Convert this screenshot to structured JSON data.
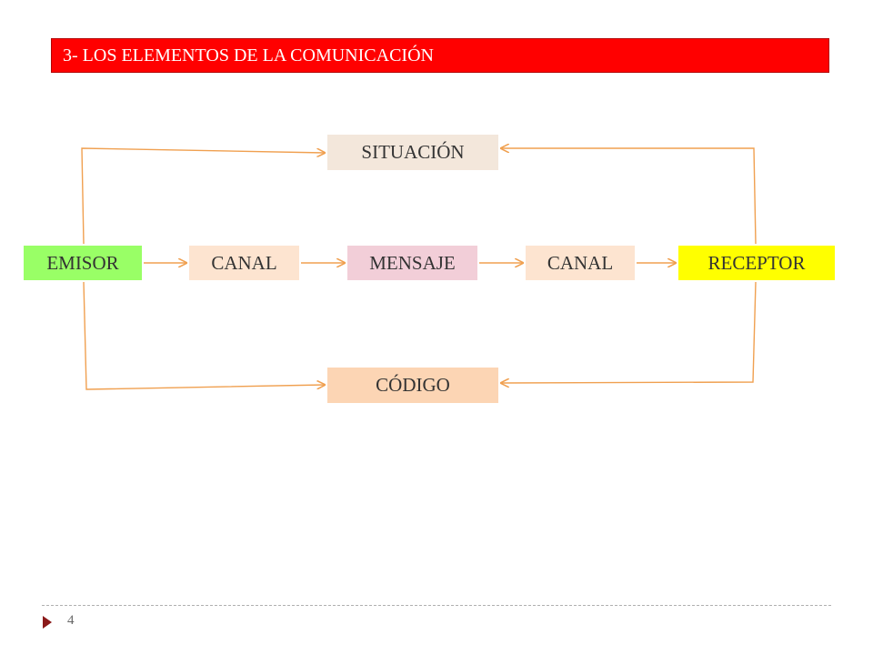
{
  "slide": {
    "title": "3- LOS ELEMENTOS DE LA COMUNICACIÓN",
    "page_number": "4"
  },
  "nodes": {
    "situacion": "SITUACIÓN",
    "emisor": "EMISOR",
    "canal_1": "CANAL",
    "mensaje": "MENSAJE",
    "canal_2": "CANAL",
    "receptor": "RECEPTOR",
    "codigo": "CÓDIGO"
  },
  "colors": {
    "title_bg": "#ff0000",
    "emisor": "#99ff66",
    "canal": "#fde4d0",
    "mensaje": "#f2ced8",
    "receptor": "#ffff00",
    "situacion": "#f3e7db",
    "codigo": "#fcd5b4",
    "connector": "#f0a050",
    "footer_marker": "#8b1a1a"
  },
  "icons": {
    "footer_marker": "triangle-right-icon"
  }
}
